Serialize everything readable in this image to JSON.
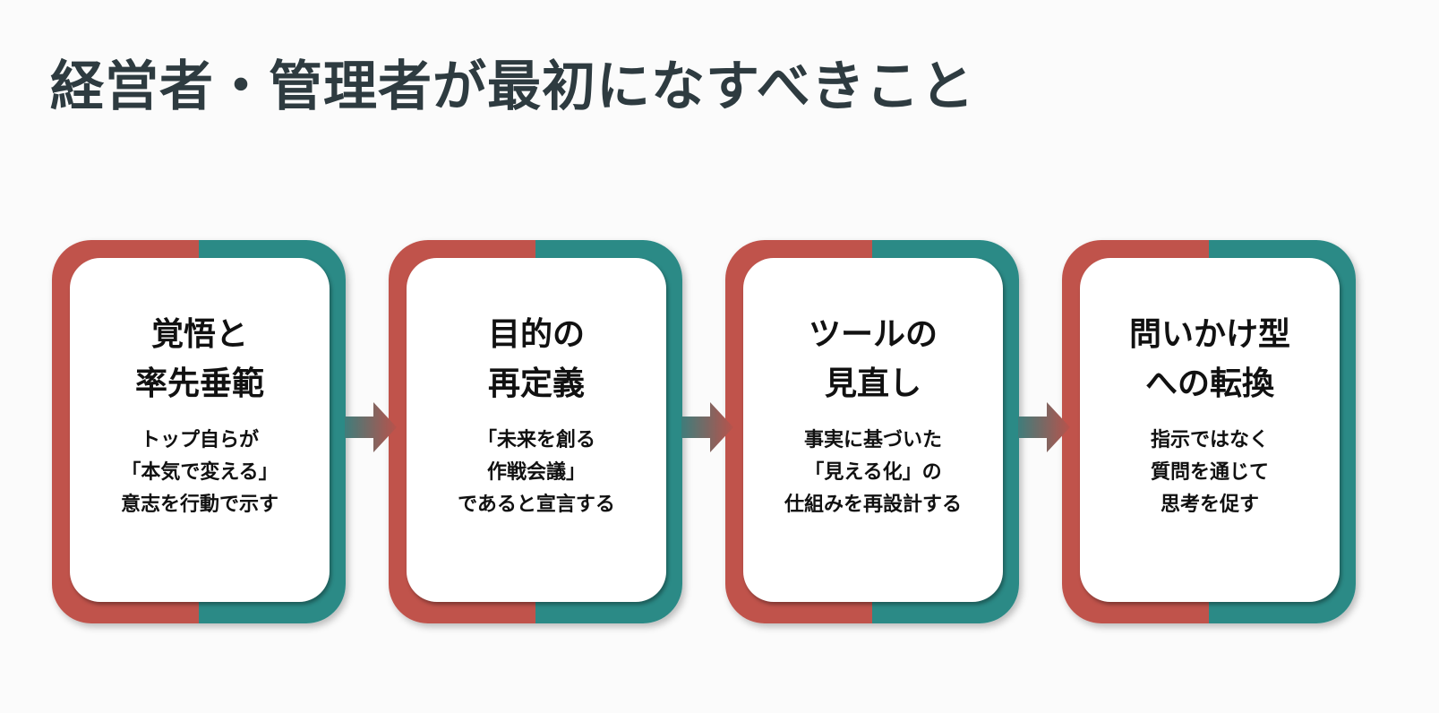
{
  "title": "経営者・管理者が最初になすべきこと",
  "colors": {
    "left": "#c0534b",
    "right": "#2b8a86",
    "title": "#2e3b40"
  },
  "steps": [
    {
      "title": [
        "覚悟と",
        "率先垂範"
      ],
      "desc": [
        "トップ自らが",
        "「本気で変える」",
        "意志を行動で示す"
      ]
    },
    {
      "title": [
        "目的の",
        "再定義"
      ],
      "desc": [
        "「未来を創る",
        "作戦会議」",
        "であると宣言する"
      ]
    },
    {
      "title": [
        "ツールの",
        "見直し"
      ],
      "desc": [
        "事実に基づいた",
        "「見える化」の",
        "仕組みを再設計する"
      ]
    },
    {
      "title": [
        "問いかけ型",
        "への転換"
      ],
      "desc": [
        "指示ではなく",
        "質問を通じて",
        "思考を促す"
      ]
    }
  ]
}
